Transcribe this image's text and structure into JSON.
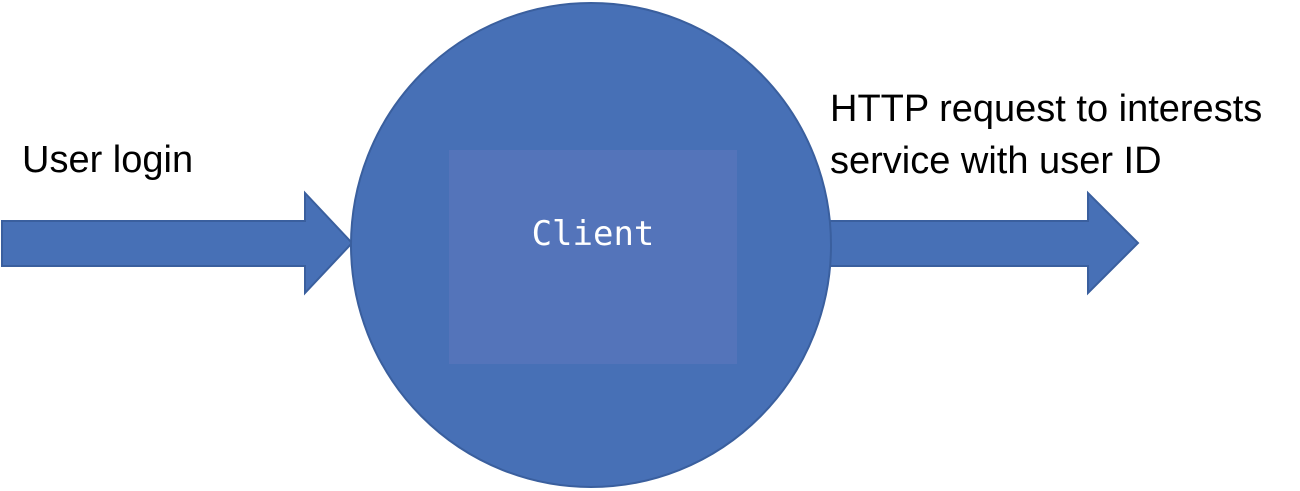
{
  "diagram": {
    "input_arrow": {
      "label": "User login"
    },
    "node": {
      "label": "Client"
    },
    "output_arrow": {
      "label_lines": [
        "HTTP request to interests",
        "service with user ID"
      ]
    }
  },
  "colors": {
    "node_fill": "#4770b6",
    "node_inner_box": "#5474ba",
    "arrow_fill": "#4770b6",
    "arrow_stroke": "#3a5f9e",
    "node_label_text": "#ffffff",
    "background": "#ffffff"
  }
}
